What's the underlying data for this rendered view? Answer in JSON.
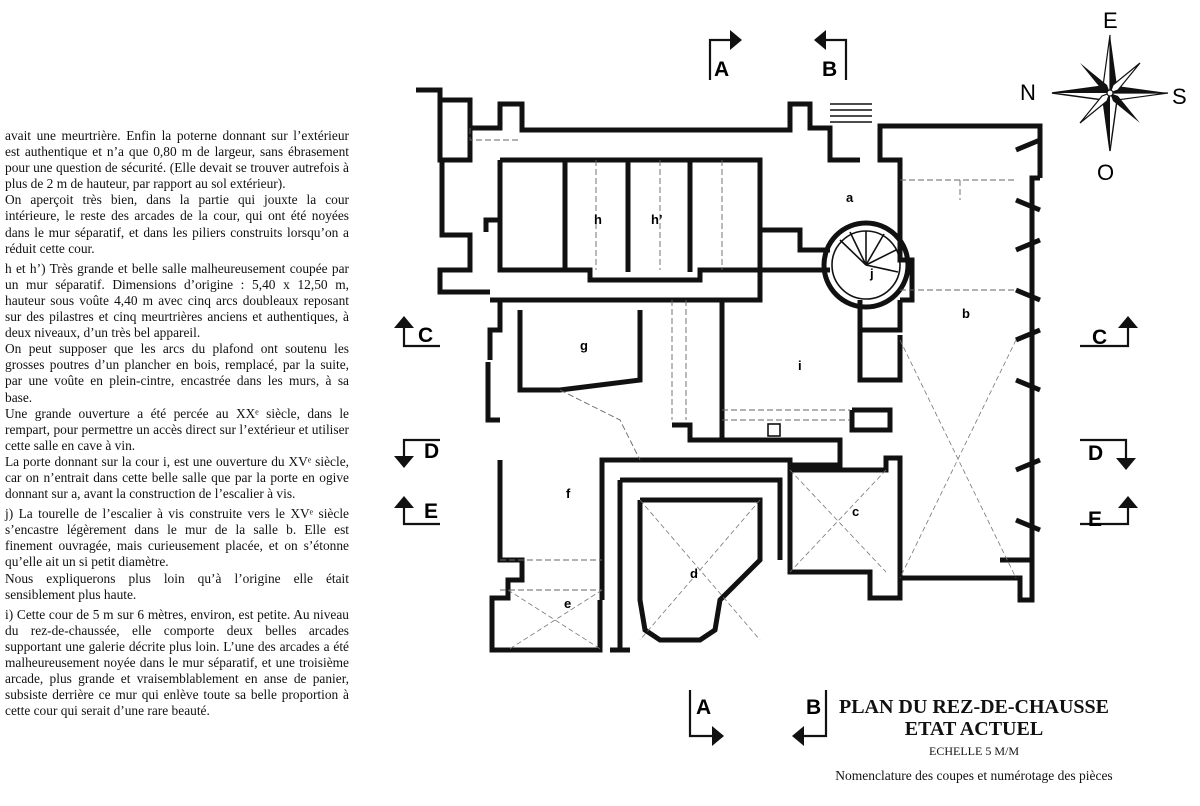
{
  "paragraphs": [
    "avait une meurtrière. Enfin la poterne donnant sur l’extérieur est authentique et n’a que 0,80 m de largeur, sans ébrasement pour une question de sécurité. (Elle devait se trouver autrefois à plus de 2 m de hauteur, par rapport au sol extérieur).",
    "On aperçoit très bien, dans la partie qui jouxte la cour intérieure, le reste des arcades de la cour, qui ont été noyées dans le mur séparatif, et dans les piliers construits lorsqu’on a réduit cette cour.",
    "h et h’) Très grande et belle salle malheureusement coupée par un mur séparatif. Dimensions d’origine : 5,40 x 12,50 m, hauteur sous voûte 4,40 m avec cinq arcs doubleaux reposant sur des pilastres et cinq meurtrières anciens et authentiques, à deux niveaux, d’un très bel appareil.",
    "On peut supposer que les arcs du plafond ont soutenu les grosses poutres d’un plancher en bois, remplacé, par la suite, par une voûte en plein-cintre, encastrée dans les murs, à sa base.",
    "Une grande ouverture a été percée au XXᵉ siècle, dans le rempart, pour permettre un accès direct sur l’extérieur et utiliser cette salle en cave à vin.",
    "La porte donnant sur la cour i, est une ouverture du XVᵉ siècle, car on n’entrait dans cette belle salle que par la porte en ogive donnant sur a, avant la construction de l’escalier à vis.",
    "j) La tourelle de l’escalier à vis construite vers le XVᵉ siècle s’encastre légèrement dans le mur de la salle b. Elle est finement ouvragée, mais curieusement placée, et on s’étonne qu’elle ait un si petit diamètre.",
    "Nous expliquerons plus loin qu’à l’origine elle était sensiblement plus haute.",
    "i) Cette cour de 5 m sur 6 mètres, environ, est petite. Au niveau du rez-de-chaussée, elle comporte deux belles arcades supportant une galerie décrite plus loin. L’une des arcades a été malheureusement noyée dans le mur séparatif, et une troisième arcade, plus grande et vraisemblablement en anse de panier, subsiste derrière ce mur qui enlève toute sa belle proportion à cette cour qui serait d’une rare beauté."
  ],
  "rooms": {
    "a": "a",
    "b": "b",
    "c": "c",
    "d": "d",
    "e": "e",
    "f": "f",
    "g": "g",
    "h": "h",
    "h_prime": "h’",
    "i": "i",
    "j": "j"
  },
  "sections": {
    "A": "A",
    "B": "B",
    "C": "C",
    "D": "D",
    "E": "E"
  },
  "compass": {
    "north": "N",
    "south": "S",
    "east": "E",
    "west": "O"
  },
  "title": {
    "line1": "PLAN DU REZ-DE-CHAUSSE",
    "line2": "ETAT ACTUEL",
    "scale": "ECHELLE 5 M/M",
    "nomenclature": "Nomenclature des coupes et numérotage des pièces"
  }
}
